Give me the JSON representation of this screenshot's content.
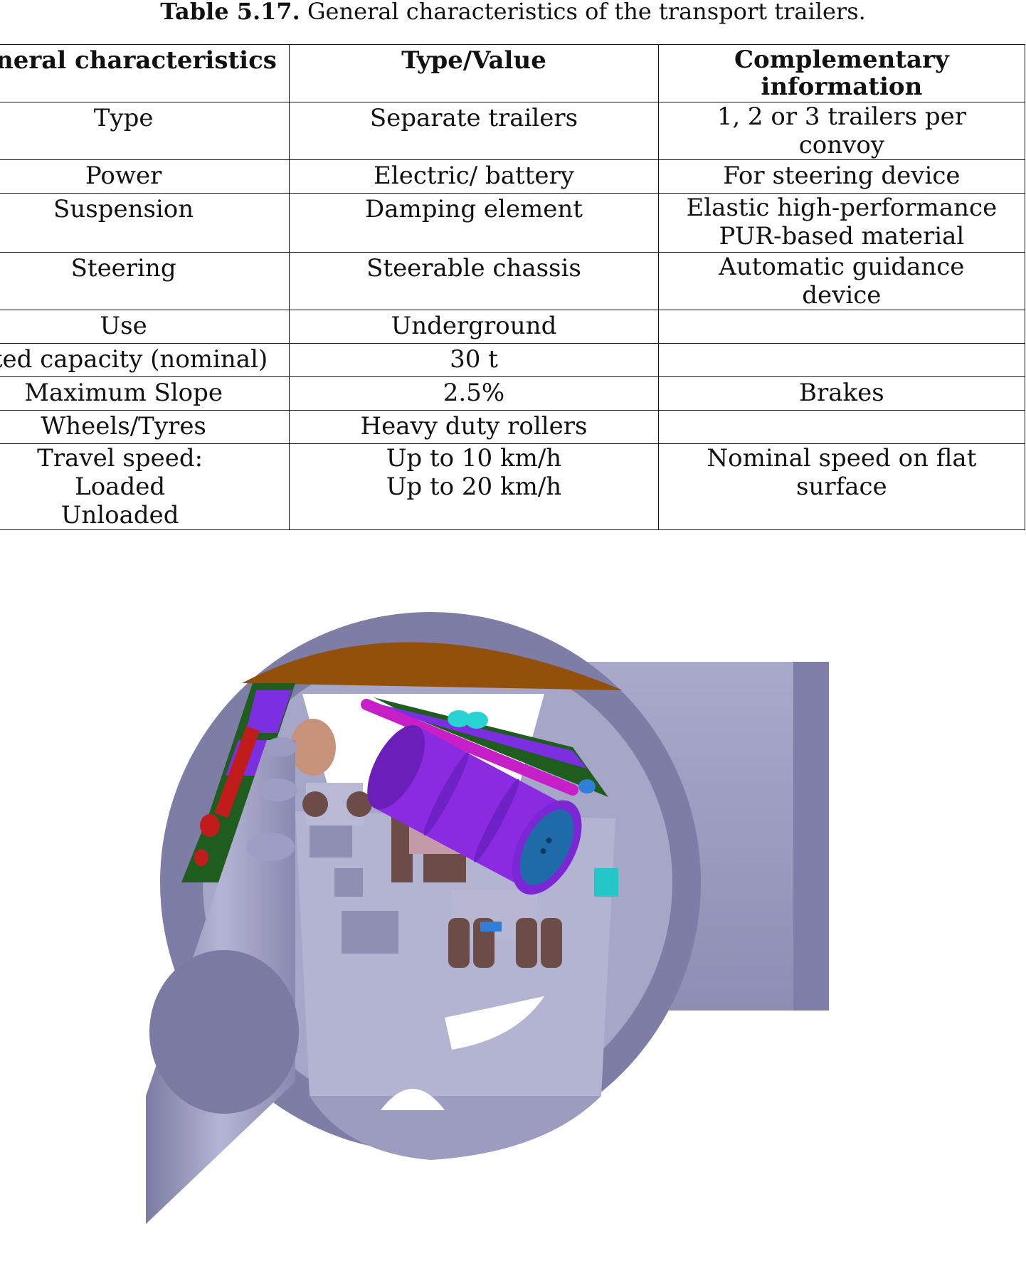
{
  "caption": {
    "label": "Table 5.17.",
    "text": "General characteristics of the transport trailers."
  },
  "table": {
    "headers": [
      "-eneral characteristics",
      "Type/Value",
      "Complementary information"
    ],
    "rows": [
      {
        "characteristic": "Type",
        "value": "Separate trailers",
        "info": "1, 2 or 3 trailers per convoy"
      },
      {
        "characteristic": "Power",
        "value": "Electric/ battery",
        "info": "For steering device"
      },
      {
        "characteristic": "Suspension",
        "value": "Damping element",
        "info": "Elastic high-performance PUR-based material"
      },
      {
        "characteristic": "Steering",
        "value": "Steerable chassis",
        "info": "Automatic guidance device"
      },
      {
        "characteristic": "Use",
        "value": "Underground",
        "info": ""
      },
      {
        "characteristic": "ated capacity (nominal)",
        "value": "30 t",
        "info": ""
      },
      {
        "characteristic": "Maximum Slope",
        "value": "2.5%",
        "info": "Brakes"
      },
      {
        "characteristic": "Wheels/Tyres",
        "value": "Heavy duty rollers",
        "info": ""
      },
      {
        "characteristic": "Travel speed: Loaded Unloaded",
        "value": "Up to 10 km/h Up to 20 km/h",
        "info": "Nominal speed on flat surface"
      }
    ]
  },
  "figure": {
    "subject": "tunnel-trailer-render"
  }
}
